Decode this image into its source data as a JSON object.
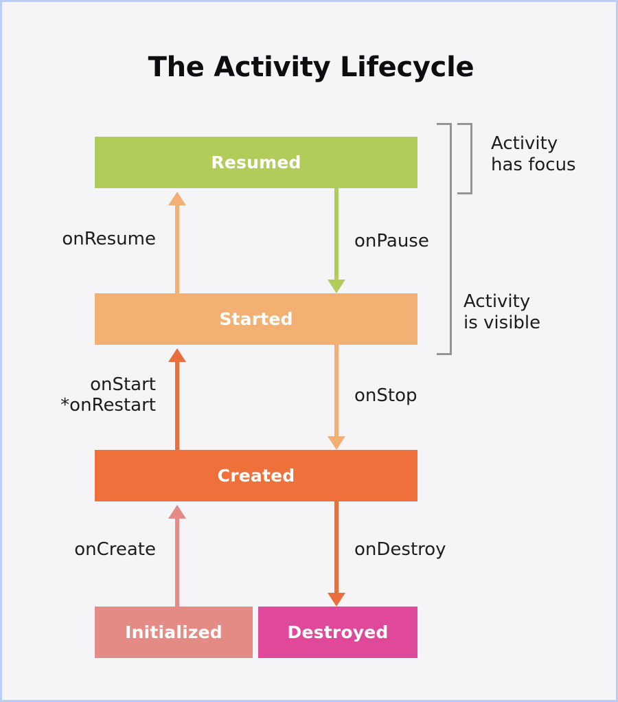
{
  "page": {
    "title": "The Activity Lifecycle",
    "background_color": "#f5f4f7",
    "border_color": "#b9cdf5"
  },
  "states": [
    {
      "id": "resumed",
      "label": "Resumed",
      "color": "#b2cc5c"
    },
    {
      "id": "started",
      "label": "Started",
      "color": "#f2b173"
    },
    {
      "id": "created",
      "label": "Created",
      "color": "#f0703c"
    },
    {
      "id": "initialized",
      "label": "Initialized",
      "color": "#e58b85"
    },
    {
      "id": "destroyed",
      "label": "Destroyed",
      "color": "#e0499a"
    }
  ],
  "transitions": [
    {
      "id": "onresume",
      "label": "onResume",
      "from": "started",
      "to": "resumed",
      "direction": "up",
      "color": "#f2b173",
      "side": "left"
    },
    {
      "id": "onpause",
      "label": "onPause",
      "from": "resumed",
      "to": "started",
      "direction": "down",
      "color": "#b2cc5c",
      "side": "right"
    },
    {
      "id": "onstart",
      "label": "onStart\n*onRestart",
      "from": "created",
      "to": "started",
      "direction": "up",
      "color": "#ea6e3b",
      "side": "left"
    },
    {
      "id": "onstop",
      "label": "onStop",
      "from": "started",
      "to": "created",
      "direction": "down",
      "color": "#f2b173",
      "side": "right"
    },
    {
      "id": "oncreate",
      "label": "onCreate",
      "from": "initialized",
      "to": "created",
      "direction": "up",
      "color": "#e58b85",
      "side": "left"
    },
    {
      "id": "ondestroy",
      "label": "onDestroy",
      "from": "created",
      "to": "destroyed",
      "direction": "down",
      "color": "#ea6e3b",
      "side": "right"
    }
  ],
  "scopes": [
    {
      "id": "focus",
      "label": "Activity\nhas focus",
      "covers": [
        "resumed"
      ],
      "bracket_color": "#949494"
    },
    {
      "id": "visible",
      "label": "Activity\nis visible",
      "covers": [
        "resumed",
        "started"
      ],
      "bracket_color": "#949494"
    }
  ]
}
